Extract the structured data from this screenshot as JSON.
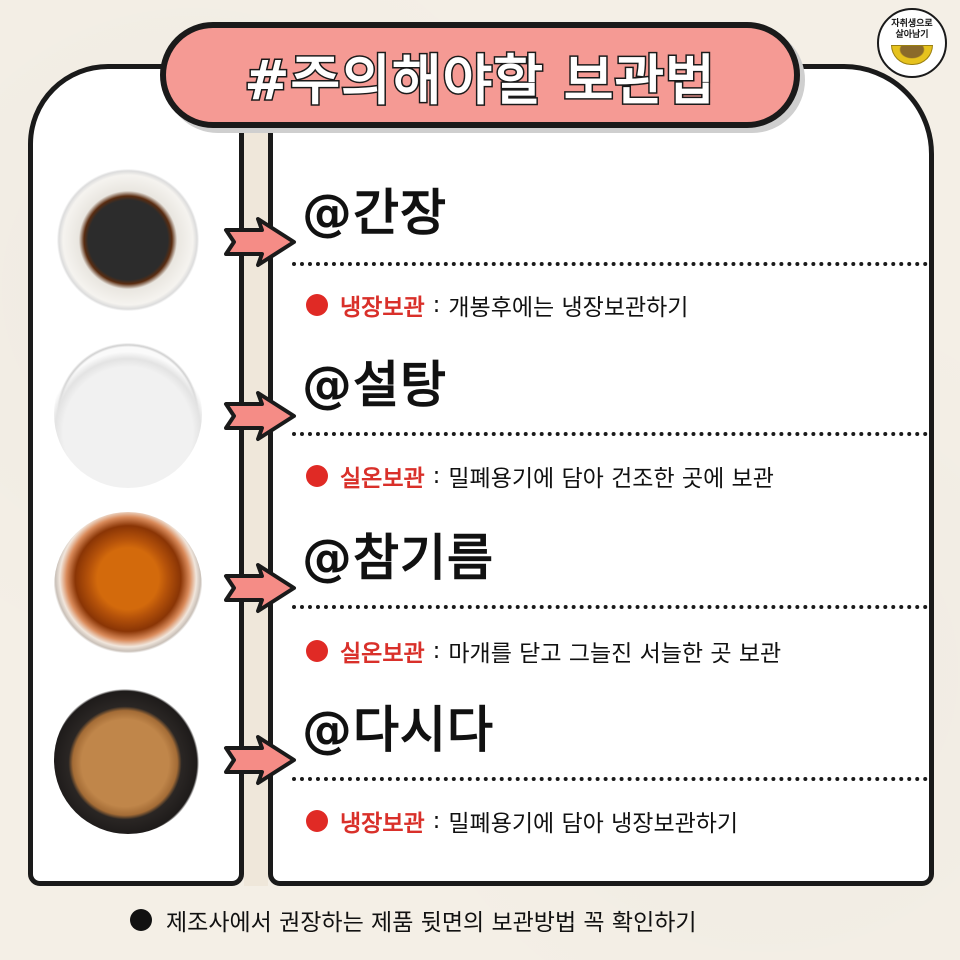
{
  "header": {
    "title": "#주의해야할 보관법",
    "logo": {
      "line1": "자취생으로",
      "line2": "살아남기",
      "icon": "noodle-bowl-icon"
    }
  },
  "items": [
    {
      "name": "@간장",
      "photo": "soy-sauce-bowl",
      "storage_type": "냉장보관",
      "separator": ":",
      "instruction": "개봉후에는 냉장보관하기"
    },
    {
      "name": "@설탕",
      "photo": "sugar-bowl",
      "storage_type": "실온보관",
      "separator": ":",
      "instruction": "밀폐용기에 담아 건조한 곳에 보관"
    },
    {
      "name": "@참기름",
      "photo": "sesame-oil-bowl",
      "storage_type": "실온보관",
      "separator": ":",
      "instruction": "마개를 닫고 그늘진 서늘한 곳 보관"
    },
    {
      "name": "@다시다",
      "photo": "dashida-bowl",
      "storage_type": "냉장보관",
      "separator": ":",
      "instruction": "밀폐용기에 담아 냉장보관하기"
    }
  ],
  "footer": {
    "note": "제조사에서 권장하는 제품 뒷면의 보관방법 꼭 확인하기"
  },
  "colors": {
    "background": "#f4efe6",
    "title_pill": "#f59a94",
    "arrow": "#f58c86",
    "label_red": "#d9302a",
    "bullet_red": "#e02a25",
    "outline": "#1a1a1a"
  }
}
